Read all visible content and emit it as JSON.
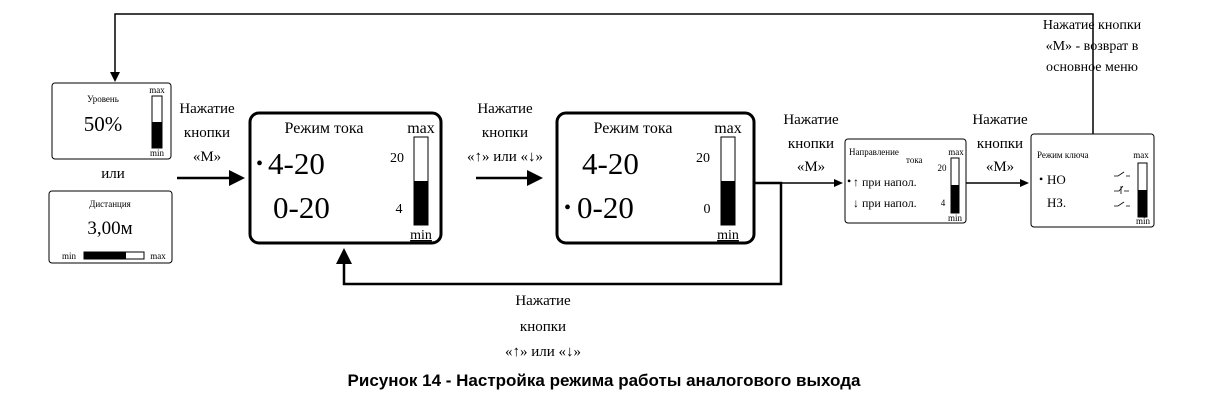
{
  "caption": "Рисунок 14 - Настройка режима работы аналогового выхода",
  "top_return_label": [
    "Нажатие кнопки",
    "«М» - возврат в",
    "основное меню"
  ],
  "screen_level": {
    "title": "Уровень",
    "value": "50%",
    "bar_top": "max",
    "bar_bottom": "min",
    "level": 0.5
  },
  "or_label": "или",
  "screen_distance": {
    "title": "Дистанция",
    "value": "3,00м",
    "bar_left": "min",
    "bar_right": "max",
    "level": 0.7
  },
  "arrow_m_1": [
    "Нажатие",
    "кнопки",
    "«М»"
  ],
  "screen_current_1": {
    "title": "Режим тока",
    "opt1": "4-20",
    "opt2": "0-20",
    "bullet": "•",
    "max": "max",
    "min": "min",
    "scale_top": "20",
    "scale_bottom": "4",
    "level": 0.5
  },
  "arrow_updown": [
    "Нажатие",
    "кнопки",
    "«↑» или «↓»"
  ],
  "screen_current_2": {
    "title": "Режим тока",
    "opt1": "4-20",
    "opt2": "0-20",
    "bullet": "•",
    "max": "max",
    "min": "min",
    "scale_top": "20",
    "scale_bottom": "0",
    "level": 0.5
  },
  "arrow_updown_back": [
    "Нажатие",
    "кнопки",
    "«↑» или «↓»"
  ],
  "arrow_m_2": [
    "Нажатие",
    "кнопки",
    "«М»"
  ],
  "screen_direction": {
    "title": "Направление",
    "subtitle": "тока",
    "opt1": "↑ при напол.",
    "opt2": "↓ при напол.",
    "bullet": "•",
    "max": "max",
    "min": "min",
    "scale_top": "20",
    "scale_bottom": "4",
    "level": 0.5
  },
  "arrow_m_3": [
    "Нажатие",
    "кнопки",
    "«М»"
  ],
  "screen_switch": {
    "title": "Режим ключа",
    "opt1": "НО",
    "opt2": "НЗ.",
    "bullet": "•",
    "max": "max",
    "min": "min",
    "level": 0.5
  }
}
